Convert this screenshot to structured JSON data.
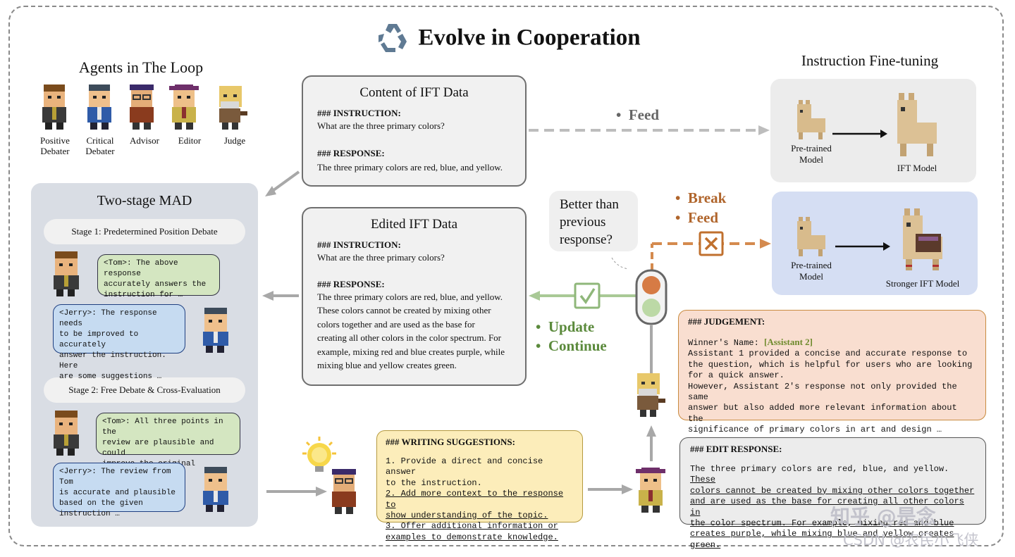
{
  "title": "Evolve in Cooperation",
  "agents": {
    "heading": "Agents in The Loop",
    "names": [
      "Positive\nDebater",
      "Critical\nDebater",
      "Advisor",
      "Editor",
      "Judge"
    ]
  },
  "ift_content": {
    "heading": "Content of IFT Data",
    "instruction_label": "### INSTRUCTION:",
    "instruction": "What are the three primary colors?",
    "response_label": "### RESPONSE:",
    "response": "The three primary colors are red, blue, and yellow."
  },
  "edited_ift": {
    "heading": "Edited IFT Data",
    "instruction_label": "### INSTRUCTION:",
    "instruction": "What are the three primary colors?",
    "response_label": "### RESPONSE:",
    "response_lines": [
      "The three primary colors are red, blue, and yellow.",
      "These colors cannot be created by mixing other",
      "colors together and are used as the base for",
      "creating all other colors in the color spectrum. For",
      "example, mixing red and blue creates purple, while",
      "mixing blue and yellow creates green."
    ]
  },
  "mad": {
    "heading": "Two-stage MAD",
    "stage1": "Stage 1: Predetermined Position Debate",
    "stage2": "Stage 2: Free Debate & Cross-Evaluation",
    "bubbles": [
      [
        "<Tom>: The above response",
        "accurately answers the",
        "instruction for …"
      ],
      [
        "<Jerry>: The response needs",
        "to be improved to accurately",
        "answer the instruction. Here",
        "are some suggestions …"
      ],
      [
        "<Tom>: All three points in the",
        "review are plausible and could",
        "improve the original response…"
      ],
      [
        "<Jerry>: The review from Tom",
        "is accurate and plausible",
        "based on the given",
        "instruction …"
      ]
    ]
  },
  "ift": {
    "heading": "Instruction Fine-tuning",
    "pretrained": "Pre-trained\nModel",
    "ift_model": "IFT Model",
    "stronger": "Stronger IFT Model"
  },
  "flow": {
    "feed_top": "Feed",
    "break": "Break",
    "feed": "Feed",
    "update": "Update",
    "continue": "Continue",
    "question": [
      "Better than",
      "previous",
      "response?"
    ]
  },
  "writing": {
    "heading": "### WRITING SUGGESTIONS:",
    "lines": [
      "1. Provide a direct and concise answer",
      "to the instruction.",
      "2. Add more context to the response to",
      "show understanding of the topic.",
      "3. Offer additional information or",
      "examples to demonstrate knowledge."
    ]
  },
  "judgement": {
    "heading": "### JUDGEMENT:",
    "winner_label": "Winner's Name: ",
    "winner": "[Assistant 2]",
    "lines": [
      "Assistant 1 provided a concise and accurate response to",
      "the question, which is helpful for users who are looking",
      "for a quick answer.",
      "However, Assistant 2's response not only provided the same",
      "answer but also added more relevant information about the",
      "significance of primary colors in art and design …"
    ]
  },
  "edit_response": {
    "heading": "### EDIT RESPONSE:",
    "first": "The three primary colors are red, blue, and yellow. ",
    "first_u": "These",
    "lines": [
      "colors cannot be created by mixing other colors together",
      "and are used as the base for creating all other colors in",
      "the color spectrum. For example, mixing red and blue",
      "creates purple, while mixing blue and yellow creates green."
    ]
  },
  "watermark": {
    "zh": "知乎 @是念",
    "csdn": "CSDN @农民小飞侠"
  },
  "colors": {
    "orange": "#c0702e",
    "green": "#6aa04a",
    "gray_arrow": "#b4b4b4"
  }
}
